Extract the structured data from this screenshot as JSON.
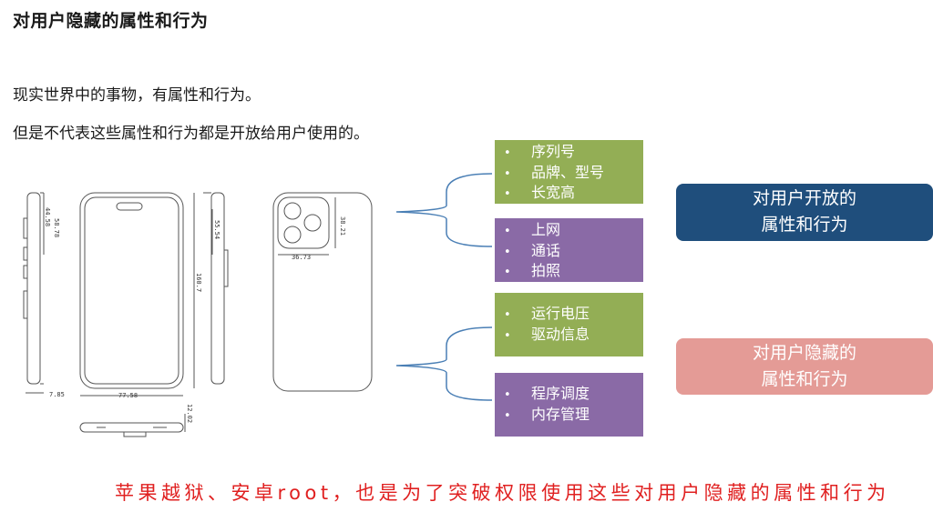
{
  "title": "对用户隐藏的属性和行为",
  "intro": {
    "line1": "现实世界中的事物，有属性和行为。",
    "line2": "但是不代表这些属性和行为都是开放给用户使用的。"
  },
  "drawing": {
    "dims": {
      "side_a": "44.58",
      "side_b": "58.78",
      "side_c": "55.54",
      "camera_h": "38.21",
      "camera_w": "36.73",
      "height": "160.7",
      "width": "77.58",
      "thickness": "7.85",
      "bottom": "12.02"
    }
  },
  "boxes": [
    {
      "color": "#93ae55",
      "items": [
        "序列号",
        "品牌、型号",
        "长宽高"
      ]
    },
    {
      "color": "#8a6aa6",
      "items": [
        "上网",
        "通话",
        "拍照"
      ]
    },
    {
      "color": "#93ae55",
      "items": [
        "运行电压",
        "驱动信息"
      ]
    },
    {
      "color": "#8a6aa6",
      "items": [
        "程序调度",
        "内存管理"
      ]
    }
  ],
  "bullet": "•",
  "labels": {
    "open": [
      "对用户开放的",
      "属性和行为"
    ],
    "hidden": [
      "对用户隐藏的",
      "属性和行为"
    ]
  },
  "colors": {
    "open": "#1f4e7c",
    "hidden": "#e49b96",
    "footer": "#e02020"
  },
  "footer": "苹果越狱、安卓root，也是为了突破权限使用这些对用户隐藏的属性和行为"
}
